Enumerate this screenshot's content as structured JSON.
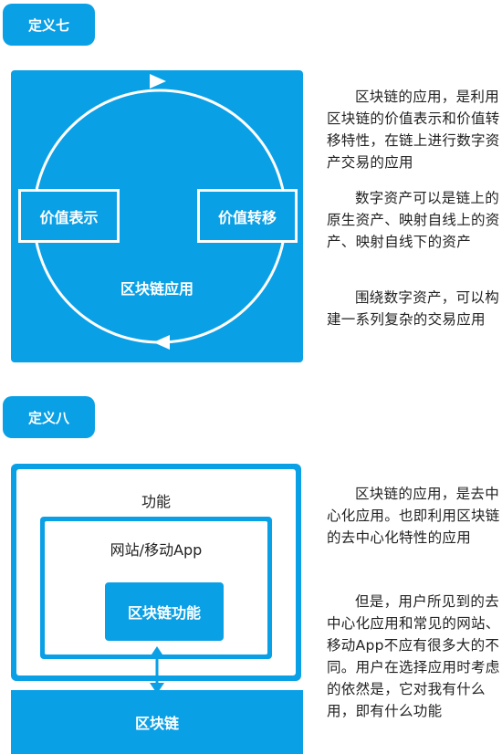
{
  "definition7": {
    "tag": "定义七",
    "left_box": "价值表示",
    "right_box": "价值转移",
    "circle_label": "区块链应用",
    "paragraphs": [
      "区块链的应用，是利用区块链的价值表示和价值转移特性，在链上进行数字资产交易的应用",
      "数字资产可以是链上的原生资产、映射自线上的资产、映射自线下的资产",
      "围绕数字资产，可以构建一系列复杂的交易应用"
    ]
  },
  "definition8": {
    "tag": "定义八",
    "outer_label": "功能",
    "middle_label": "网站/移动App",
    "inner_label": "区块链功能",
    "base_label": "区块链",
    "paragraphs": [
      "区块链的应用，是去中心化应用。也即利用区块链的去中心化特性的应用",
      "但是，用户所见到的去中心化应用和常见的网站、移动App不应有很多大的不同。用户在选择应用时考虑的依然是，它对我有什么用，即有什么功能"
    ]
  },
  "colors": {
    "accent": "#0aa0e6",
    "text": "#222222"
  }
}
